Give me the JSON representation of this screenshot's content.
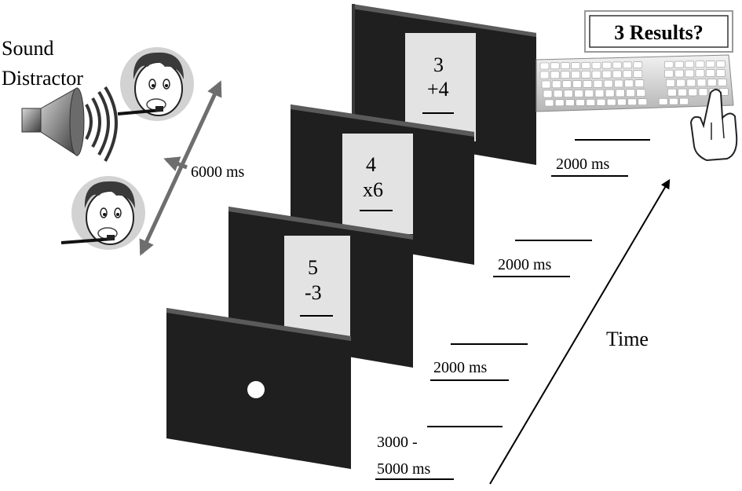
{
  "distractor": {
    "label_line1": "Sound",
    "label_line2": "Distractor",
    "icon": "speaker-icon",
    "face_icon": "child-brushing-teeth-icon",
    "interval": "6000 ms"
  },
  "screens": [
    {
      "kind": "fixation",
      "line1": "",
      "line2": ""
    },
    {
      "kind": "problem",
      "line1": "5",
      "line2": "-3"
    },
    {
      "kind": "problem",
      "line1": "4",
      "line2": "x6"
    },
    {
      "kind": "problem",
      "line1": "3",
      "line2": "+4"
    }
  ],
  "durations": [
    {
      "line1": "3000 -",
      "line2": "5000 ms"
    },
    {
      "line1": "2000 ms",
      "line2": ""
    },
    {
      "line1": "2000 ms",
      "line2": ""
    },
    {
      "line1": "2000 ms",
      "line2": ""
    }
  ],
  "response": {
    "prompt": "3 Results?",
    "keyboard_icon": "keyboard-icon",
    "hand_icon": "pointing-hand-icon"
  },
  "time_label": "Time",
  "colors": {
    "screen": "#1f1f1f",
    "screen_top": "#5a5a5a",
    "card": "#e3e3e3",
    "arrow_gray": "#6e6e6e"
  }
}
